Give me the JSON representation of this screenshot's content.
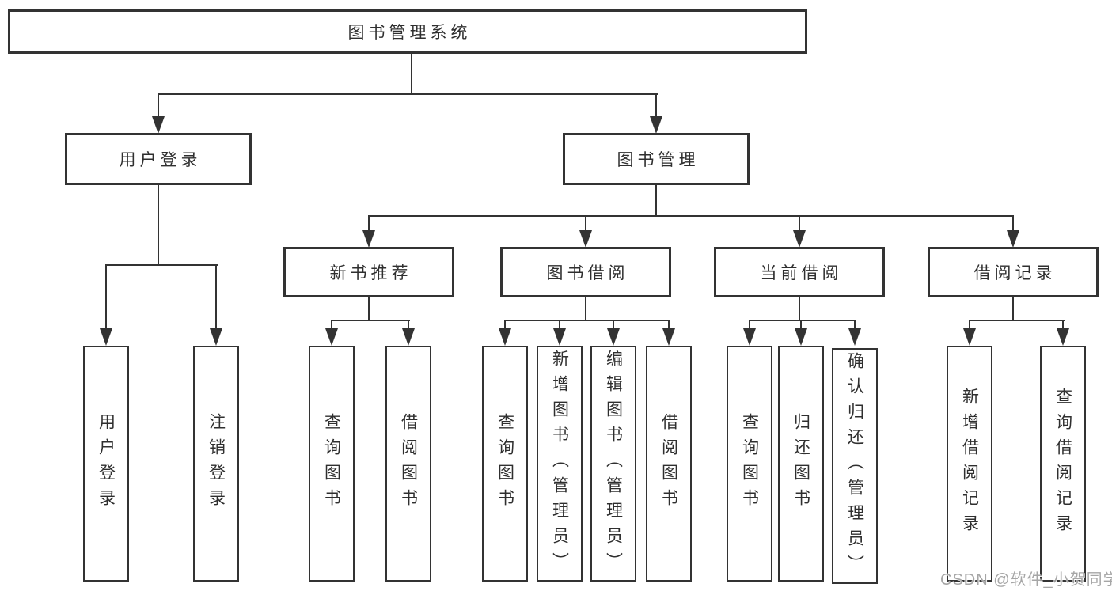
{
  "diagram": {
    "root": {
      "label": "图书管理系统"
    },
    "level2": [
      {
        "label": "用户登录"
      },
      {
        "label": "图书管理"
      }
    ],
    "level3": [
      {
        "label": "新书推荐"
      },
      {
        "label": "图书借阅"
      },
      {
        "label": "当前借阅"
      },
      {
        "label": "借阅记录"
      }
    ],
    "leaves": {
      "user_login": [
        "用户登录",
        "注销登录"
      ],
      "new_book_recommend": [
        "查询图书",
        "借阅图书"
      ],
      "book_borrow": [
        "查询图书",
        "新增图书（管理员）",
        "编辑图书（管理员）",
        "借阅图书"
      ],
      "current_borrow": [
        "查询图书",
        "归还图书",
        "确认归还（管理员）"
      ],
      "borrow_records": [
        "新增借阅记录",
        "查询借阅记录"
      ]
    }
  },
  "watermark": {
    "text": "CSDN @软件_小贺同学"
  },
  "colors": {
    "line": "#333333",
    "border": "#333333",
    "text": "#2f2f2f",
    "background": "#ffffff",
    "watermark": "#9e9e9e"
  }
}
